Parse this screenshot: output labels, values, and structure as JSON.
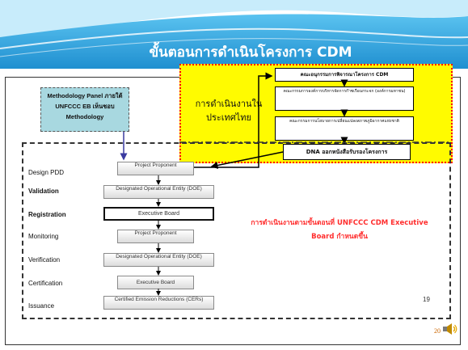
{
  "title": "ขั้นตอนการดำเนินโครงการ CDM",
  "methodology_panel": "Methodology Panel ภายใต้ UNFCCC EB เห็นชอบ Methodology",
  "thai_process": {
    "label": "การดำเนินงานในประเทศไทย",
    "box1": "คณะอนุกรรมการพิจารณาโครงการ CDM",
    "box2": "คณะกรรมการองค์การบริหารจัดการก๊าซเรือนกระจก (องค์การมหาชน)",
    "box3": "คณะกรรมการนโยบายการเปลี่ยนแปลงสภาพภูมิอากาศแห่งชาติ",
    "dna": "DNA ออกหนังสือรับรองโครงการ"
  },
  "steps": [
    {
      "label": "Design PDD",
      "actor": "Project Proponent"
    },
    {
      "label": "Validation",
      "actor": "Designated Operational Entity (DOE)"
    },
    {
      "label": "Registration",
      "actor": "Executive Board"
    },
    {
      "label": "Monitoring",
      "actor": "Project Proponent"
    },
    {
      "label": "Verification",
      "actor": "Designated Operational Entity (DOE)"
    },
    {
      "label": "Certification",
      "actor": "Executive Board"
    },
    {
      "label": "Issuance",
      "actor": "Certified Emission Reductions (CERs)"
    }
  ],
  "note": "การดำเนินงานตามขั้นตอนที่ UNFCCC CDM Executive Board กำหนดขึ้น",
  "page_number": "19",
  "slide_number": "20",
  "icons": [
    "speaker-icon"
  ],
  "colors": {
    "header": "#2e9fd8",
    "yellow": "#fffb00",
    "note": "#ff2d2d",
    "methodology": "#a8d8e0"
  }
}
